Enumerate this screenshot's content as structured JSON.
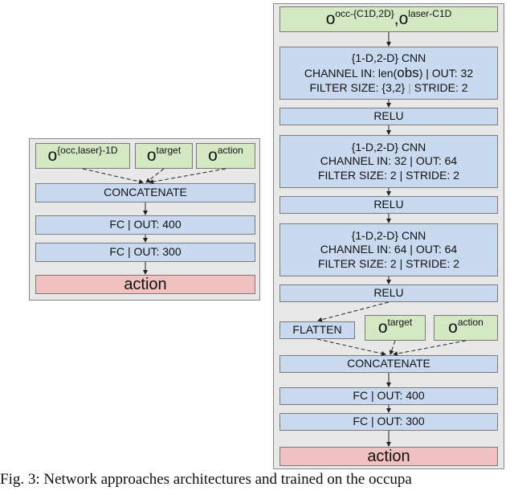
{
  "left": {
    "inputs": [
      {
        "base": "o",
        "sup": "{occ,laser}-1D"
      },
      {
        "base": "o",
        "sup": "target"
      },
      {
        "base": "o",
        "sup": "action"
      }
    ],
    "concat": "CONCATENATE",
    "fc1": "FC | OUT: 400",
    "fc2": "FC | OUT: 300",
    "output": "action"
  },
  "right": {
    "input": {
      "base1": "o",
      "sup1": "occ-{C1D,2D}",
      "sep": ",",
      "base2": "o",
      "sup2": "laser-C1D"
    },
    "cnn1": {
      "title": "{1-D,2-D} CNN",
      "channel_prefix": "CHANNEL IN: len(",
      "channel_obs": "obs",
      "channel_suffix": ") | OUT: 32",
      "filter": "FILTER SIZE: {3,2}",
      "sep": " | ",
      "stride": "STRIDE: 2"
    },
    "relu1": "RELU",
    "cnn2": {
      "title": "{1-D,2-D} CNN",
      "channel": "CHANNEL IN: 32 | OUT: 64",
      "filter": "FILTER SIZE: 2 | STRIDE: 2"
    },
    "relu2": "RELU",
    "cnn3": {
      "title": "{1-D,2-D} CNN",
      "channel": "CHANNEL IN: 64 | OUT: 64",
      "filter": "FILTER SIZE: 2 | STRIDE: 2"
    },
    "relu3": "RELU",
    "flatten": "FLATTEN",
    "target": {
      "base": "o",
      "sup": "target"
    },
    "action_in": {
      "base": "o",
      "sup": "action"
    },
    "concat": "CONCATENATE",
    "fc1": "FC | OUT: 400",
    "fc2": "FC | OUT: 300",
    "output": "action"
  },
  "caption": "Fig. 3: Network approaches architectures and trained on the occupa"
}
